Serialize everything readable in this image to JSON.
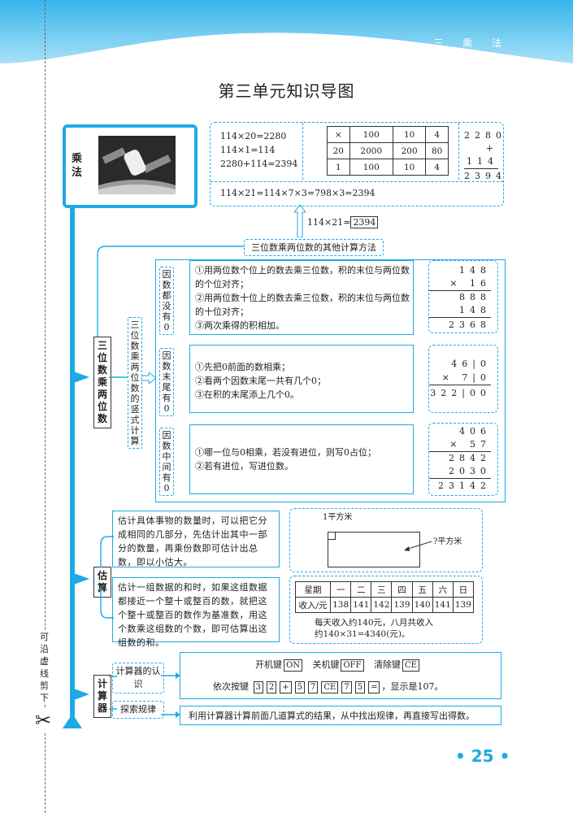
{
  "header": {
    "chapter": "三 乘 法"
  },
  "title": "第三单元知识导图",
  "main_node": {
    "label": "乘法",
    "image": "space-station-photo"
  },
  "cut_hint": "可沿虚线剪下",
  "top": {
    "eqs": [
      "114×20=2280",
      "114×1=114",
      "2280+114=2394"
    ],
    "table": [
      [
        "×",
        "100",
        "10",
        "4"
      ],
      [
        "20",
        "2000",
        "200",
        "80"
      ],
      [
        "1",
        "100",
        "10",
        "4"
      ]
    ],
    "vert": [
      "2280",
      "+ 114",
      "2394"
    ],
    "chain": "114×21=114×7×3=798×3=2394",
    "result_prefix": "114×21=",
    "result_value": "2394",
    "methods_label": "三位数乘两位数的其他计算方法"
  },
  "sections": {
    "s1": "三位数乘两位数",
    "s2": "估算",
    "s3": "计算器"
  },
  "vertical_calc_label": "三位数乘两位数的竖式计算",
  "cases": [
    {
      "label": "因数都没有0",
      "rules": [
        "①用两位数个位上的数去乘三位数，积的末位与两位数的个位对齐；",
        "②用两位数十位上的数去乘三位数，积的末位与两位数的十位对齐；",
        "③两次乘得的积相加。"
      ],
      "calc": [
        "148",
        "× 16",
        "888",
        "148",
        "2368"
      ]
    },
    {
      "label": "因数末尾有0",
      "rules": [
        "①先把0前面的数相乘；",
        "②看两个因数末尾一共有几个0；",
        "③在积的末尾添上几个0。"
      ],
      "calc": [
        "46|0",
        "× 7|0",
        "322|00"
      ]
    },
    {
      "label": "因数中间有0",
      "rules": [
        "①哪一位与0相乘，若没有进位，则写0占位；",
        "②若有进位，写进位数。"
      ],
      "calc": [
        "406",
        "× 57",
        "2842",
        "2030",
        "23142"
      ]
    }
  ],
  "estimate": {
    "text1": "估计具体事物的数量时，可以把它分成相同的几部分，先估计出其中一部分的数量，再乘份数即可估计出总数，即以小估大。",
    "fig_small": "1平方米",
    "fig_big": "?平方米",
    "text2": "估计一组数据的和时，如果这组数据都接近一个整十或整百的数，就把这个整十或整百的数作为基准数，用这个数乘这组数的个数，即可估算出这组数的和。",
    "table_header": [
      "星期",
      "一",
      "二",
      "三",
      "四",
      "五",
      "六",
      "日"
    ],
    "table_row": [
      "收入/元",
      "138",
      "141",
      "142",
      "139",
      "140",
      "141",
      "139"
    ],
    "note1": "每天收入约140元，八月共收入",
    "note2": "约140×31=4340(元)。"
  },
  "calculator": {
    "know_label": "计算器的认识",
    "on_label": "开机键",
    "on_key": "ON",
    "off_label": "关机键",
    "off_key": "OFF",
    "clear_label": "清除键",
    "clear_key": "CE",
    "seq_label": "依次按键",
    "seq_keys": [
      "3",
      "2",
      "+",
      "5",
      "7",
      "CE",
      "7",
      "5",
      "="
    ],
    "seq_result": "，显示是107。",
    "explore_label": "探索规律",
    "explore_text": "利用计算器计算前面几道算式的结果，从中找出规律，再直接写出得数。"
  },
  "page_number": "25",
  "colors": {
    "accent": "#1eaae6",
    "banner": "#1ea0e0"
  }
}
